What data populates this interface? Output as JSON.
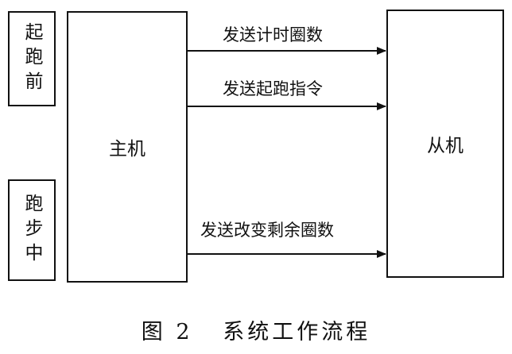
{
  "blocks": {
    "pre_run": "起跑前",
    "running": "跑步中",
    "host": "主机",
    "slave": "从机"
  },
  "arrows": [
    "发送计时圈数",
    "发送起跑指令",
    "发送改变剩余圈数"
  ],
  "caption": {
    "number": "图 2",
    "title": "系统工作流程"
  }
}
